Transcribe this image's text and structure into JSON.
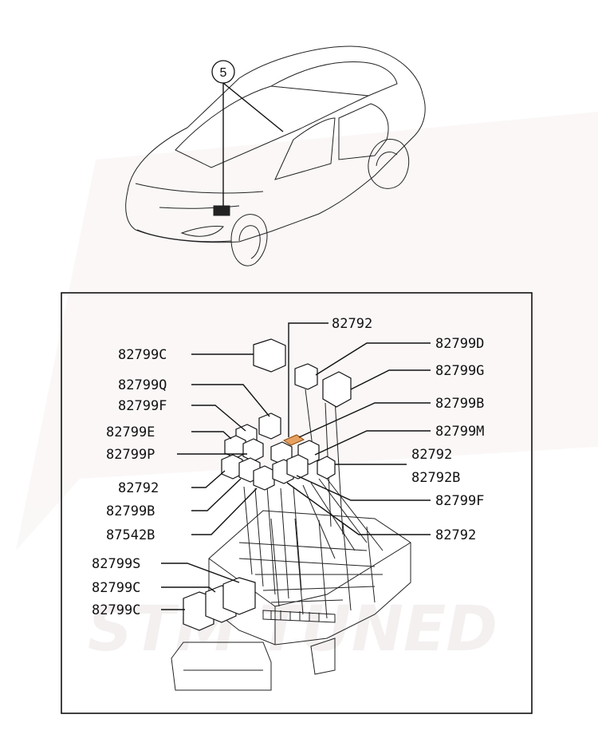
{
  "callout": {
    "number": "5"
  },
  "colors": {
    "highlight": "#e8a060",
    "ink": "#111111",
    "watermark": "#f3eded"
  },
  "watermark": {
    "text": "STM TUNED"
  },
  "parts_left": [
    {
      "id": "c1",
      "label": "82799C"
    },
    {
      "id": "q",
      "label": "82799Q"
    },
    {
      "id": "f1",
      "label": "82799F"
    },
    {
      "id": "e",
      "label": "82799E"
    },
    {
      "id": "p",
      "label": "82799P"
    },
    {
      "id": "r3",
      "label": "82792"
    },
    {
      "id": "b2",
      "label": "82799B"
    },
    {
      "id": "x",
      "label": "87542B"
    },
    {
      "id": "s",
      "label": "82799S"
    },
    {
      "id": "c2",
      "label": "82799C"
    },
    {
      "id": "c3",
      "label": "82799C"
    }
  ],
  "parts_right": [
    {
      "id": "r1",
      "label": "82792"
    },
    {
      "id": "d",
      "label": "82799D"
    },
    {
      "id": "g",
      "label": "82799G"
    },
    {
      "id": "b1",
      "label": "82799B"
    },
    {
      "id": "m",
      "label": "82799M"
    },
    {
      "id": "r2",
      "label": "82792"
    },
    {
      "id": "rb",
      "label": "82792B"
    },
    {
      "id": "f2",
      "label": "82799F"
    },
    {
      "id": "r4",
      "label": "82792"
    }
  ]
}
